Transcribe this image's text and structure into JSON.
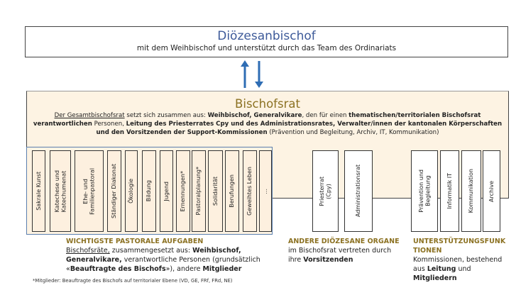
{
  "top": {
    "title": "Diözesanbischof",
    "subtitle": "mit dem Weihbischof und unterstützt durch das Team des Ordinariats"
  },
  "council": {
    "title": "Bischofsrat",
    "desc": {
      "p1": "Der Gesamtbischofsrat",
      "p2": " setzt sich zusammen aus: ",
      "p3": "Weihbischof, Generalvikare",
      "p4": ", den für einen ",
      "p5": "thematischen/territorialen Bischofsrat verantwortlichen",
      "p6": " Personen, ",
      "p7": "Leitung des Priesterrates Cpy und des Administrationsrates, Verwalter/innen der kantonalen Körperschaften und den Vorsitzenden der Support-Kommissionen",
      "p8": " (Prävention und Begleitung, Archiv, IT, Kommunikation)"
    }
  },
  "pastoral_boxes": [
    "Sakrale Kunst",
    "Katechese und\nKatechumenat",
    "Ehe- und\nFamilienpastoral",
    "Ständiger Diakonat",
    "Ökologie",
    "Bildung",
    "Jugend",
    "Ernennungen*",
    "Pastoralplanung*",
    "Solidarität",
    "Berufungen",
    "Geweihtes Leben",
    "..."
  ],
  "organ_boxes": [
    "Priesterrat\n(Cpy)",
    "Administrationsrat"
  ],
  "support_boxes": [
    "Prävention und\nBegleitung",
    "Informatik IT",
    "Kommunikation",
    "Archive"
  ],
  "pastoral_text": {
    "heading": "WICHTIGSTE PASTORALE AUFGABEN",
    "p1": "Bischofsräte,",
    "p2": " zusammengesetzt aus: ",
    "p3": "Weihbischof, Generalvikare,",
    "p4": " verantwortliche Personen (grundsätzlich «",
    "p5": "Beauftragte des Bischofs",
    "p6": "»), andere ",
    "p7": "Mitglieder"
  },
  "organ_text": {
    "heading": "ANDERE DIÖZESANE ORGANE",
    "p1": "im Bischofsrat vertreten durch ihre ",
    "p2": "Vorsitzenden"
  },
  "support_text": {
    "heading": "UNTERSTÜTZUNGSFUNK TIONEN",
    "p1": "Kommissionen, bestehend aus ",
    "p2": "Leitung",
    "p3": " und ",
    "p4": "Mitgliedern"
  },
  "footnote": "*Mitglieder: Beauftragte des Bischofs auf territorialer Ebene (VD, GE, FRf, FRd, NE)",
  "colors": {
    "title_blue": "#3d5a99",
    "gold": "#8c7223",
    "arrow": "#2e6db4",
    "cream": "#fdf3e3"
  }
}
